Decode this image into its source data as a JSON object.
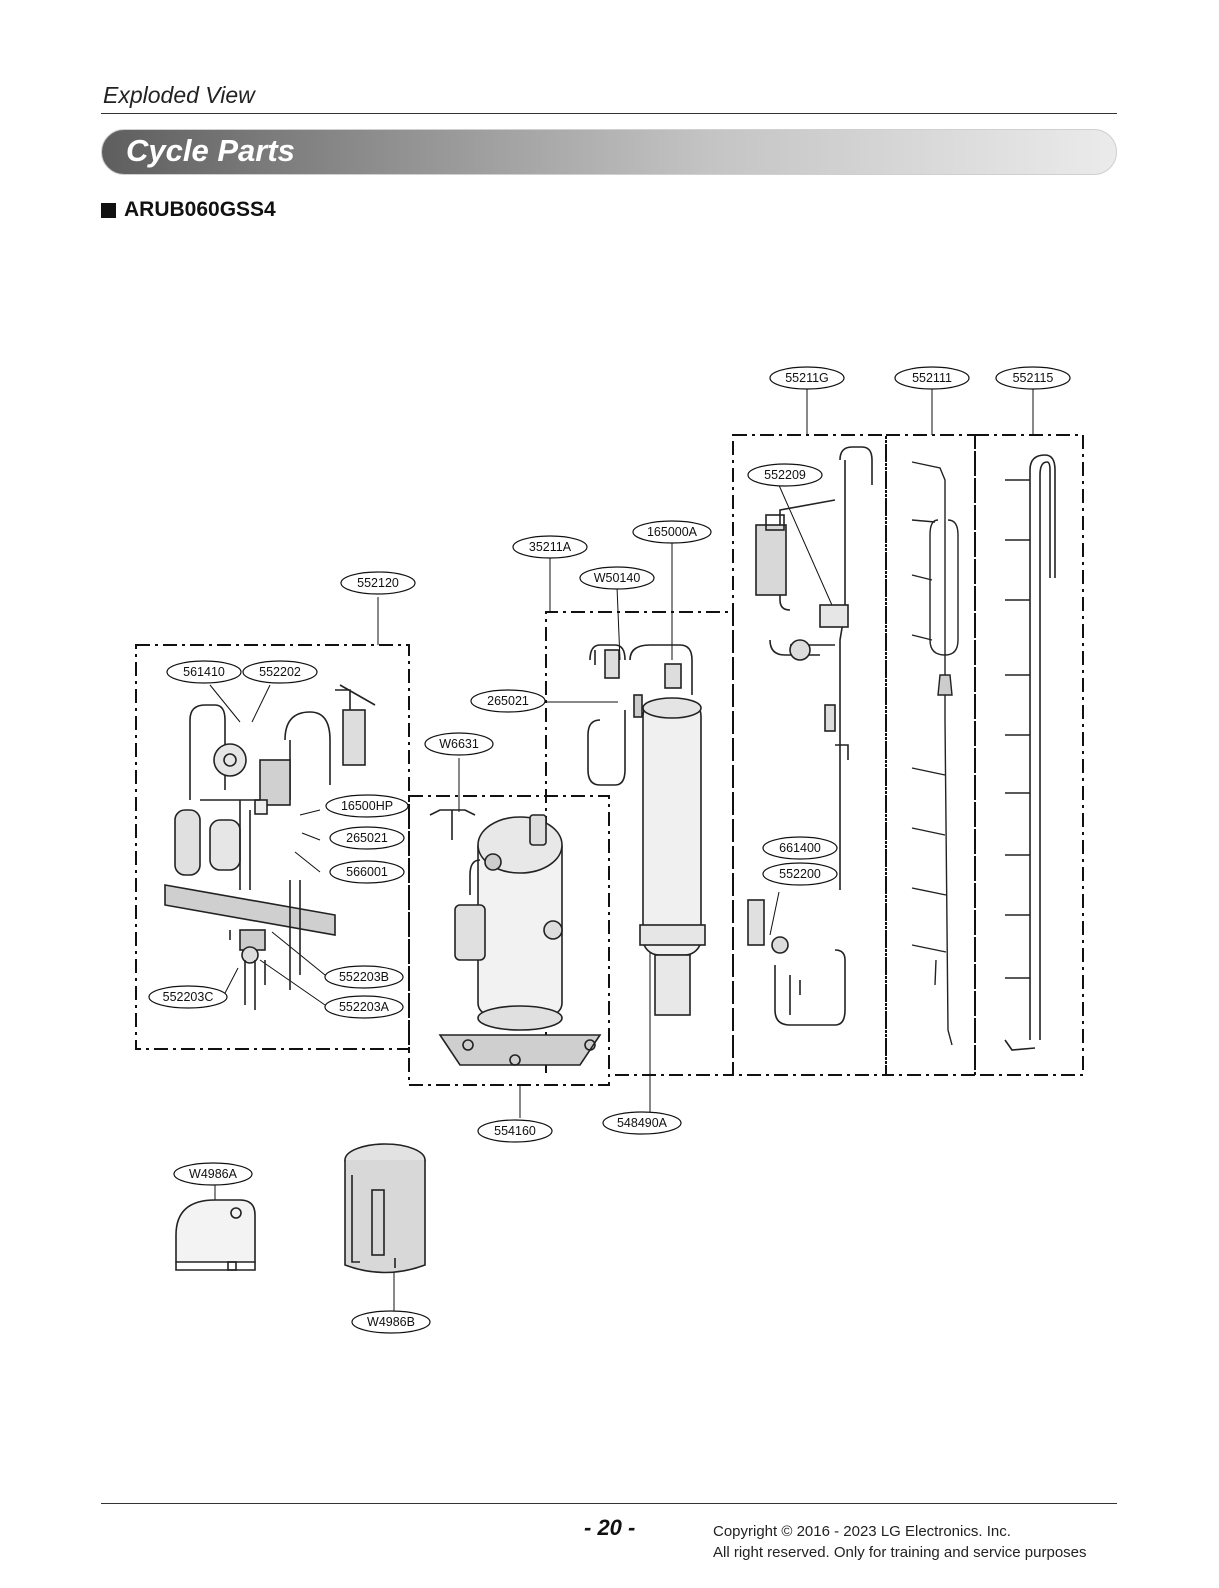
{
  "header": {
    "section_label": "Exploded View",
    "banner_title": "Cycle Parts",
    "model_heading": "ARUB060GSS4"
  },
  "part_labels": {
    "p55211G": "55211G",
    "p552111": "552111",
    "p552115": "552115",
    "p552209": "552209",
    "p165000A": "165000A",
    "p35211A": "35211A",
    "pW50140": "W50140",
    "p552120": "552120",
    "p561410": "561410",
    "p552202": "552202",
    "p265021_top": "265021",
    "pW6631": "W6631",
    "p16500HP": "16500HP",
    "p265021_left": "265021",
    "p566001": "566001",
    "p661400": "661400",
    "p552200": "552200",
    "p552203B": "552203B",
    "p552203C": "552203C",
    "p552203A": "552203A",
    "p554160": "554160",
    "p548490A": "548490A",
    "pW4986A": "W4986A",
    "pW4986B": "W4986B"
  },
  "footer": {
    "page_number": "- 20 -",
    "copyright_line1": "Copyright © 2016 - 2023 LG Electronics. Inc.",
    "copyright_line2": "All right reserved. Only for training and service purposes"
  }
}
